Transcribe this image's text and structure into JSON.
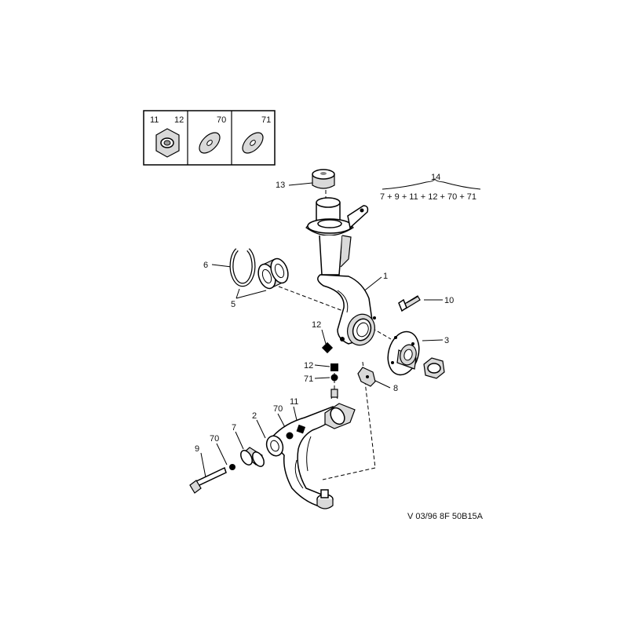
{
  "inset": {
    "cells": [
      {
        "labels": [
          "11",
          "12"
        ]
      },
      {
        "labels": [
          "70"
        ]
      },
      {
        "labels": [
          "71"
        ]
      }
    ]
  },
  "callouts": {
    "c1": "1",
    "c2": "2",
    "c3": "3",
    "c5": "5",
    "c6": "6",
    "c7": "7",
    "c8": "8",
    "c9": "9",
    "c10": "10",
    "c11": "11",
    "c12a": "12",
    "c12b": "12",
    "c13": "13",
    "c70a": "70",
    "c70b": "70",
    "c71": "71"
  },
  "kit": {
    "number": "14",
    "formula": "7 + 9 + 11 + 12 + 70 + 71"
  },
  "reference": "V 03/96 8F 50B15A"
}
